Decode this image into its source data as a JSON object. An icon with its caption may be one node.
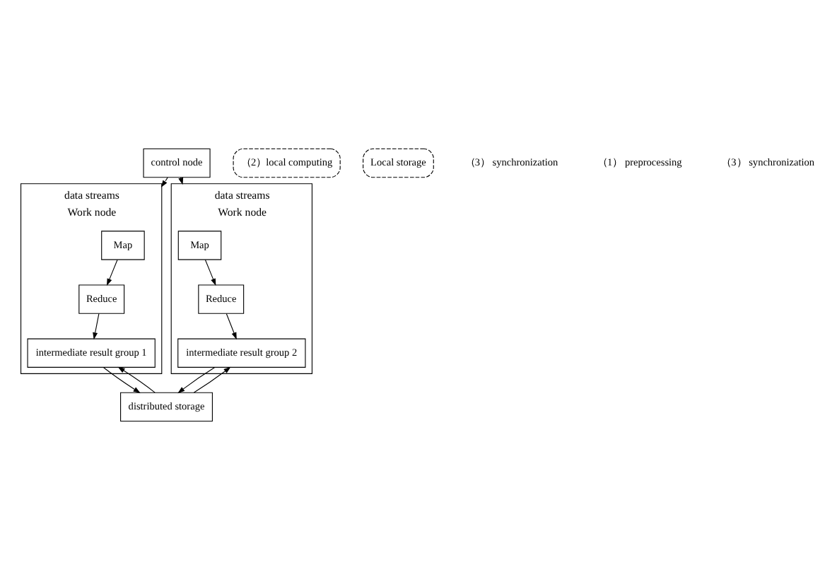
{
  "diagram": {
    "nodes": [
      {
        "text": [
          "control node"
        ]
      },
      {
        "text": [
          "Work node"
        ],
        "beside": [
          "data streams"
        ]
      },
      {
        "text": [
          "Map"
        ],
        "in": 1
      },
      {
        "text": [
          "Reduce"
        ],
        "in": 1
      },
      {
        "text": [
          "intermediate result group 1"
        ],
        "in": 1
      },
      {
        "text": [
          "Work node"
        ],
        "beside": [
          "data streams"
        ]
      },
      {
        "text": [
          "Map"
        ],
        "in": 5
      },
      {
        "text": [
          "Reduce"
        ],
        "in": 5
      },
      {
        "text": [
          "intermediate result group 2"
        ],
        "in": 5
      },
      {
        "text": [
          "（2）local computing"
        ]
      },
      {
        "text": [
          "Local storage"
        ]
      },
      {
        "text": [
          "distributed storage"
        ]
      }
    ],
    "edges": [
      {
        "from": 0,
        "to": 1,
        "arrow": "to",
        "style": "dashed"
      },
      {
        "from": 0,
        "to": 5,
        "arrow": "to",
        "style": "dashed"
      },
      {
        "from": 2,
        "to": 3,
        "arrow": "to"
      },
      {
        "from": 6,
        "to": 7,
        "arrow": "to"
      },
      {
        "from": 3,
        "to": 4,
        "arrow": "to"
      },
      {
        "from": 7,
        "to": 8,
        "arrow": "to"
      },
      {
        "from": 11,
        "to": 4,
        "arrow": "to"
      },
      {
        "from": 4,
        "to": 11,
        "arrow": "to"
      },
      {
        "from": 11,
        "to": 8,
        "arrow": "to"
      },
      {
        "from": 8,
        "to": 11,
        "arrow": "to"
      }
    ],
    "labels": [
      "（3） synchronization",
      "（1） preprocessing",
      "（3） synchronization"
    ]
  }
}
